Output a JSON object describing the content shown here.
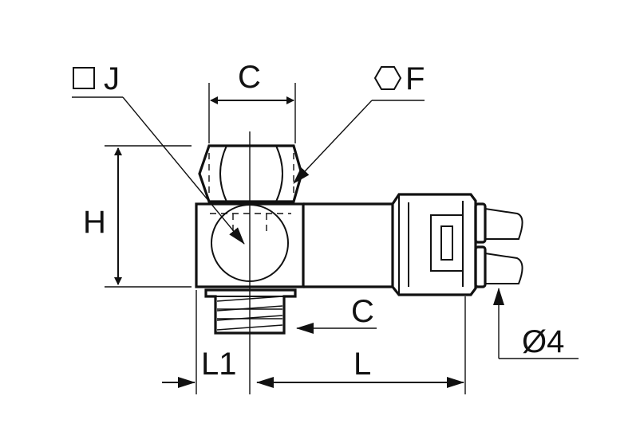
{
  "labels": {
    "square_j": "J",
    "hex_f": "F",
    "c_top": "C",
    "c_thread": "C",
    "h": "H",
    "l1": "L1",
    "l": "L",
    "dia4": "Ø4"
  },
  "icons": {
    "square_symbol": "square-icon",
    "hex_symbol": "hexagon-icon"
  }
}
